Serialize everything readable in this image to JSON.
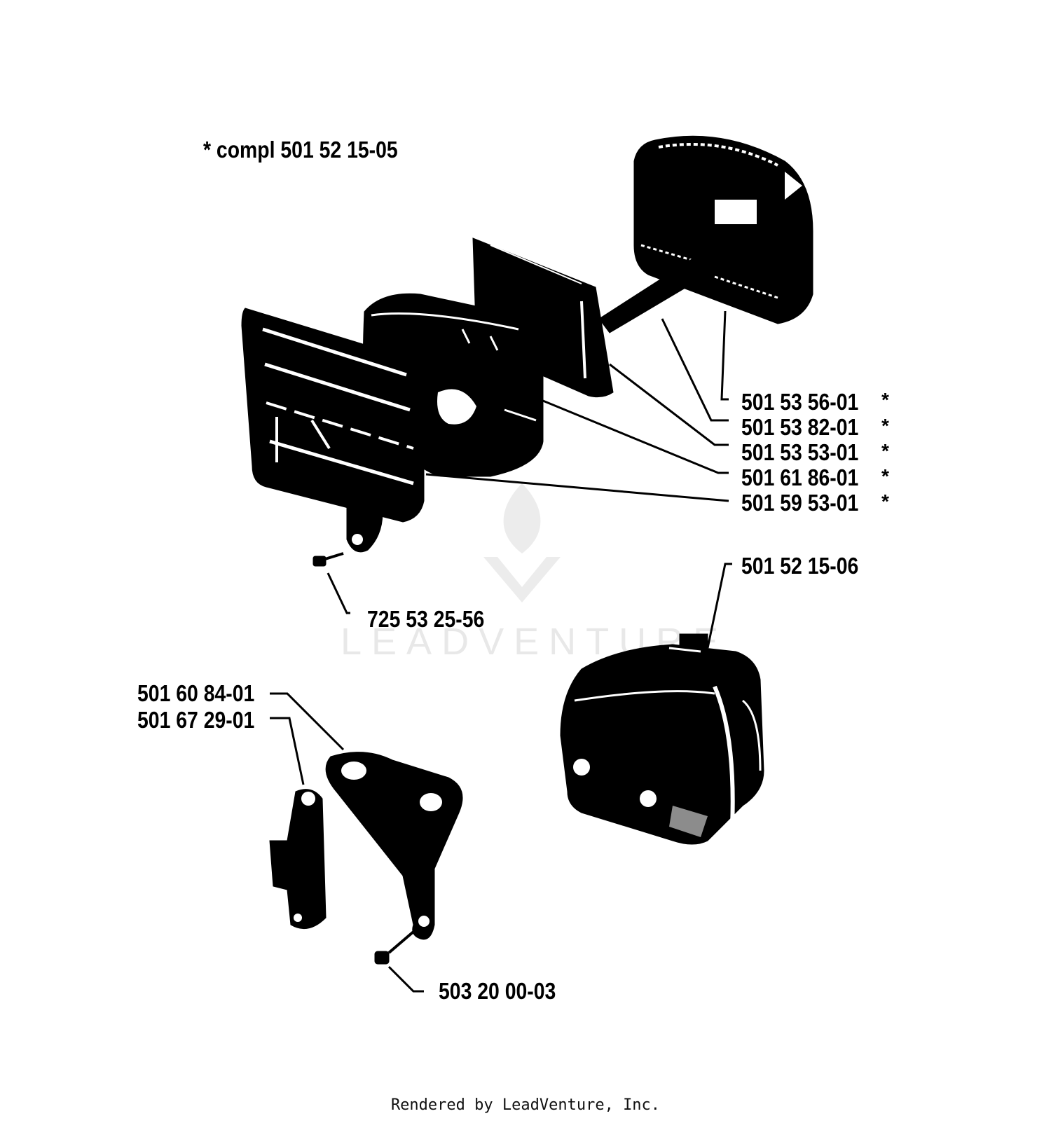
{
  "diagram": {
    "kit_note": "*  compl 501 52 15-05",
    "callouts": [
      {
        "id": "c1",
        "part_number": "501 53 56-01",
        "marker": "*"
      },
      {
        "id": "c2",
        "part_number": "501 53 82-01",
        "marker": "*"
      },
      {
        "id": "c3",
        "part_number": "501 53 53-01",
        "marker": "*"
      },
      {
        "id": "c4",
        "part_number": "501 61 86-01",
        "marker": "*"
      },
      {
        "id": "c5",
        "part_number": "501 59 53-01",
        "marker": "*"
      },
      {
        "id": "c6",
        "part_number": "725 53 25-56"
      },
      {
        "id": "c7",
        "part_number": "501 52 15-06"
      },
      {
        "id": "c8",
        "part_number": "501 60 84-01"
      },
      {
        "id": "c9",
        "part_number": "501 67 29-01"
      },
      {
        "id": "c10",
        "part_number": "503 20 00-03"
      }
    ]
  },
  "watermark": {
    "text": "LEADVENTURE",
    "color": "#e8e8e8"
  },
  "footer": {
    "text": "Rendered by LeadVenture, Inc."
  },
  "colors": {
    "ink": "#000000",
    "paper": "#ffffff"
  }
}
